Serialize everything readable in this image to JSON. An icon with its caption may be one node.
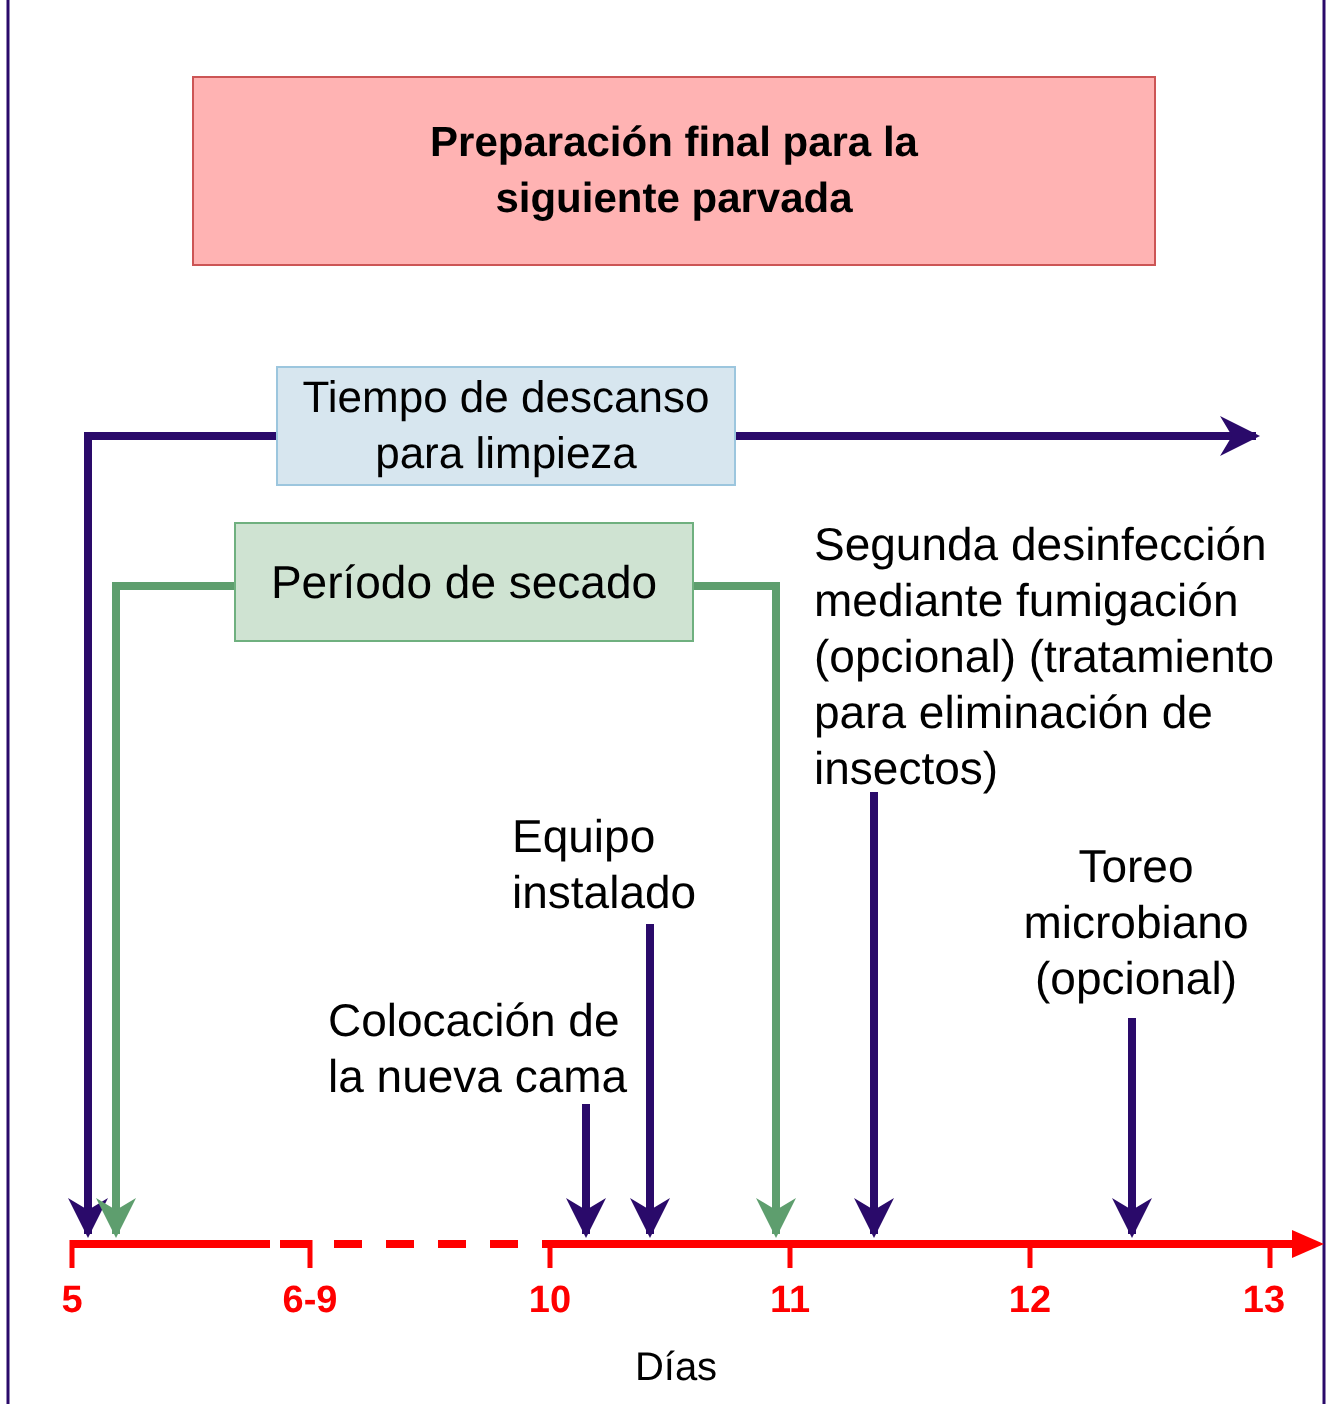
{
  "diagram": {
    "nodes": [
      {
        "text": [
          "Preparación final para la siguiente parvada"
        ]
      },
      {
        "text": [
          "Tiempo de descanso para limpieza"
        ]
      },
      {
        "text": [
          "Período de secado"
        ]
      },
      {
        "text": [
          "Segunda desinfección mediante fumigación (opcional) (tratamiento para eliminación de insectos)"
        ]
      },
      {
        "text": [
          "Equipo instalado"
        ]
      },
      {
        "text": [
          "Colocación de la nueva cama"
        ]
      },
      {
        "text": [
          "Toreo microbiano (opcional)"
        ]
      },
      {
        "text": [],
        "shape": "bar"
      }
    ],
    "edges": [
      {
        "from": 1,
        "to": 7,
        "arrow": "to"
      },
      {
        "from": 1,
        "to": null,
        "arrow": "to"
      },
      {
        "from": 2,
        "to": 7,
        "arrow": "to",
        "color": "#5e9e6e"
      },
      {
        "from": 2,
        "to": 7,
        "arrow": "to",
        "color": "#5e9e6e"
      },
      {
        "from": 3,
        "to": 7,
        "arrow": "to"
      },
      {
        "from": 4,
        "to": 7,
        "arrow": "to"
      },
      {
        "from": 5,
        "to": 7,
        "arrow": "to"
      },
      {
        "from": 6,
        "to": 7,
        "arrow": "to"
      }
    ],
    "labels": [
      "5",
      "6-9",
      "10",
      "11",
      "12",
      "13",
      "Días"
    ]
  }
}
